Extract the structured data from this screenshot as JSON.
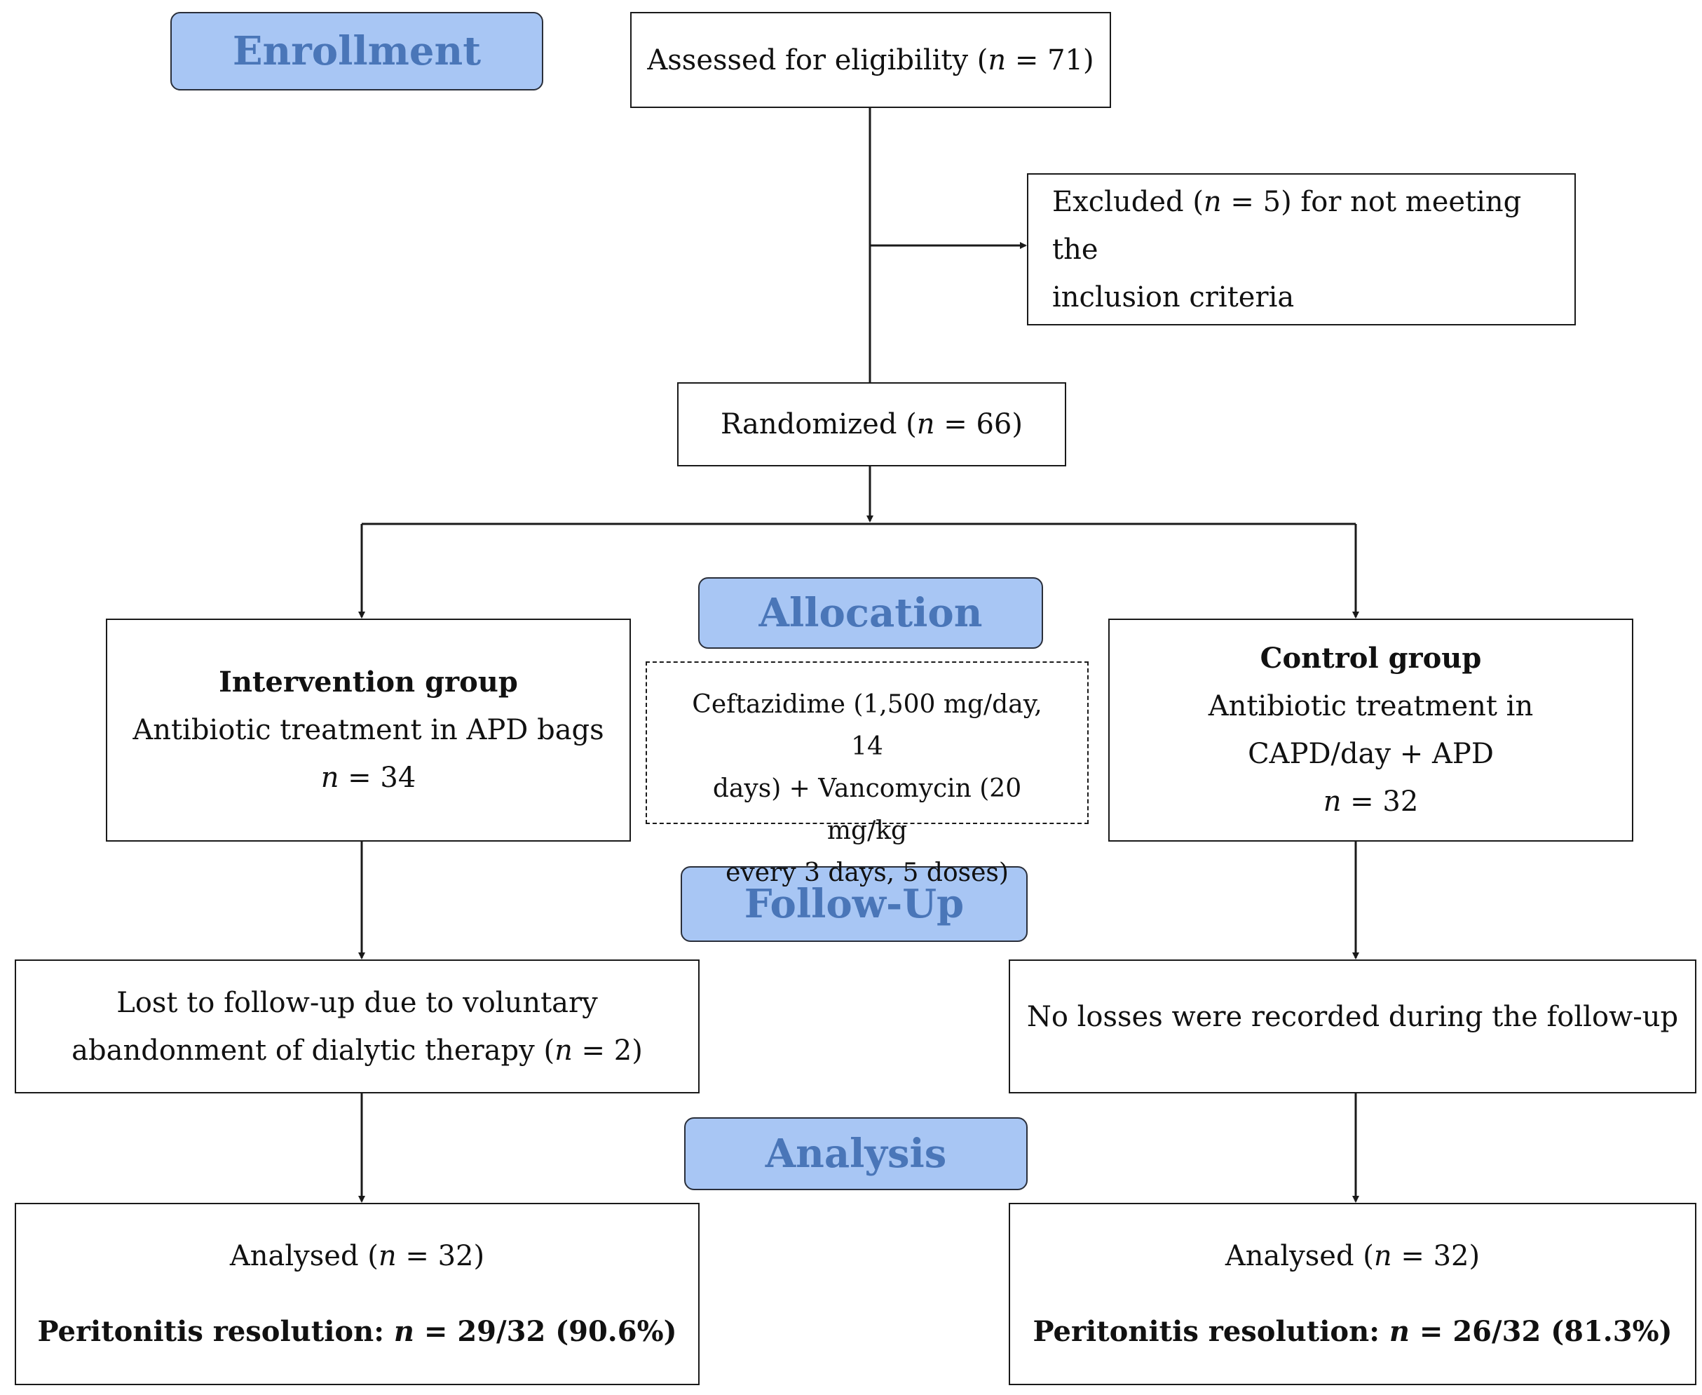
{
  "stages": {
    "enrollment": "Enrollment",
    "allocation": "Allocation",
    "follow_up": "Follow-Up",
    "analysis": "Analysis"
  },
  "assessed": {
    "text": "Assessed for eligibility (",
    "n": "n",
    "rest": " = 71)"
  },
  "excluded": {
    "line1_a": "Excluded (",
    "n": "n",
    "line1_b": " = 5) for not meeting the",
    "line2": "inclusion criteria"
  },
  "randomized": {
    "text": "Randomized (",
    "n": "n",
    "rest": " = 66)"
  },
  "intervention": {
    "title": "Intervention group",
    "desc": "Antibiotic treatment in APD bags",
    "n": "n",
    "count": " = 34"
  },
  "treatment": {
    "line1": "Ceftazidime (1,500 mg/day, 14",
    "line2": "days) + Vancomycin (20 mg/kg",
    "line3": "every 3 days, 5 doses)"
  },
  "control": {
    "title": "Control group",
    "desc1": "Antibiotic treatment in",
    "desc2": "CAPD/day + APD",
    "n": "n",
    "count": " = 32"
  },
  "lost_followup": {
    "line1": "Lost to follow-up due to voluntary",
    "line2_a": "abandonment of dialytic therapy (",
    "n": "n",
    "line2_b": " = 2)"
  },
  "no_losses": "No losses were recorded during the follow-up",
  "analysed_left": {
    "a": "Analysed (",
    "n": "n",
    "b": " = 32)",
    "res_label": "Peritonitis resolution: ",
    "res_n": "n",
    "res_value": " = 29/32 (90.6%)"
  },
  "analysed_right": {
    "a": "Analysed (",
    "n": "n",
    "b": " = 32)",
    "res_label": "Peritonitis resolution: ",
    "res_n": "n",
    "res_value": " = 26/32 (81.3%)"
  }
}
